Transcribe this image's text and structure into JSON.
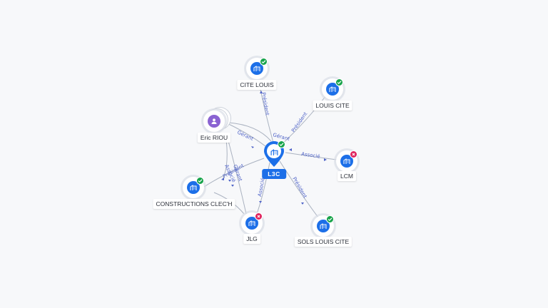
{
  "center": {
    "name": "L3C",
    "status": "active",
    "icon": "building-icon"
  },
  "nodes": [
    {
      "id": "cite-louis",
      "name": "CITE LOUIS",
      "type": "company",
      "status": "active"
    },
    {
      "id": "louis-cite",
      "name": "LOUIS CITE",
      "type": "company",
      "status": "active"
    },
    {
      "id": "eric-riou",
      "name": "Eric RIOU",
      "type": "person"
    },
    {
      "id": "lcm",
      "name": "LCM",
      "type": "company",
      "status": "closed"
    },
    {
      "id": "constructions",
      "name": "CONSTRUCTIONS CLEC'H",
      "type": "company",
      "status": "active"
    },
    {
      "id": "jlg",
      "name": "JLG",
      "type": "company",
      "status": "closed"
    },
    {
      "id": "sols",
      "name": "SOLS LOUIS CITE",
      "type": "company",
      "status": "active"
    }
  ],
  "edge_labels": {
    "president": "Président",
    "gerant": "Gérant",
    "associe": "Associé"
  },
  "colors": {
    "accent": "#1c6fe8",
    "active": "#17a34a",
    "closed": "#e0245e",
    "person": "#8a63d2"
  }
}
